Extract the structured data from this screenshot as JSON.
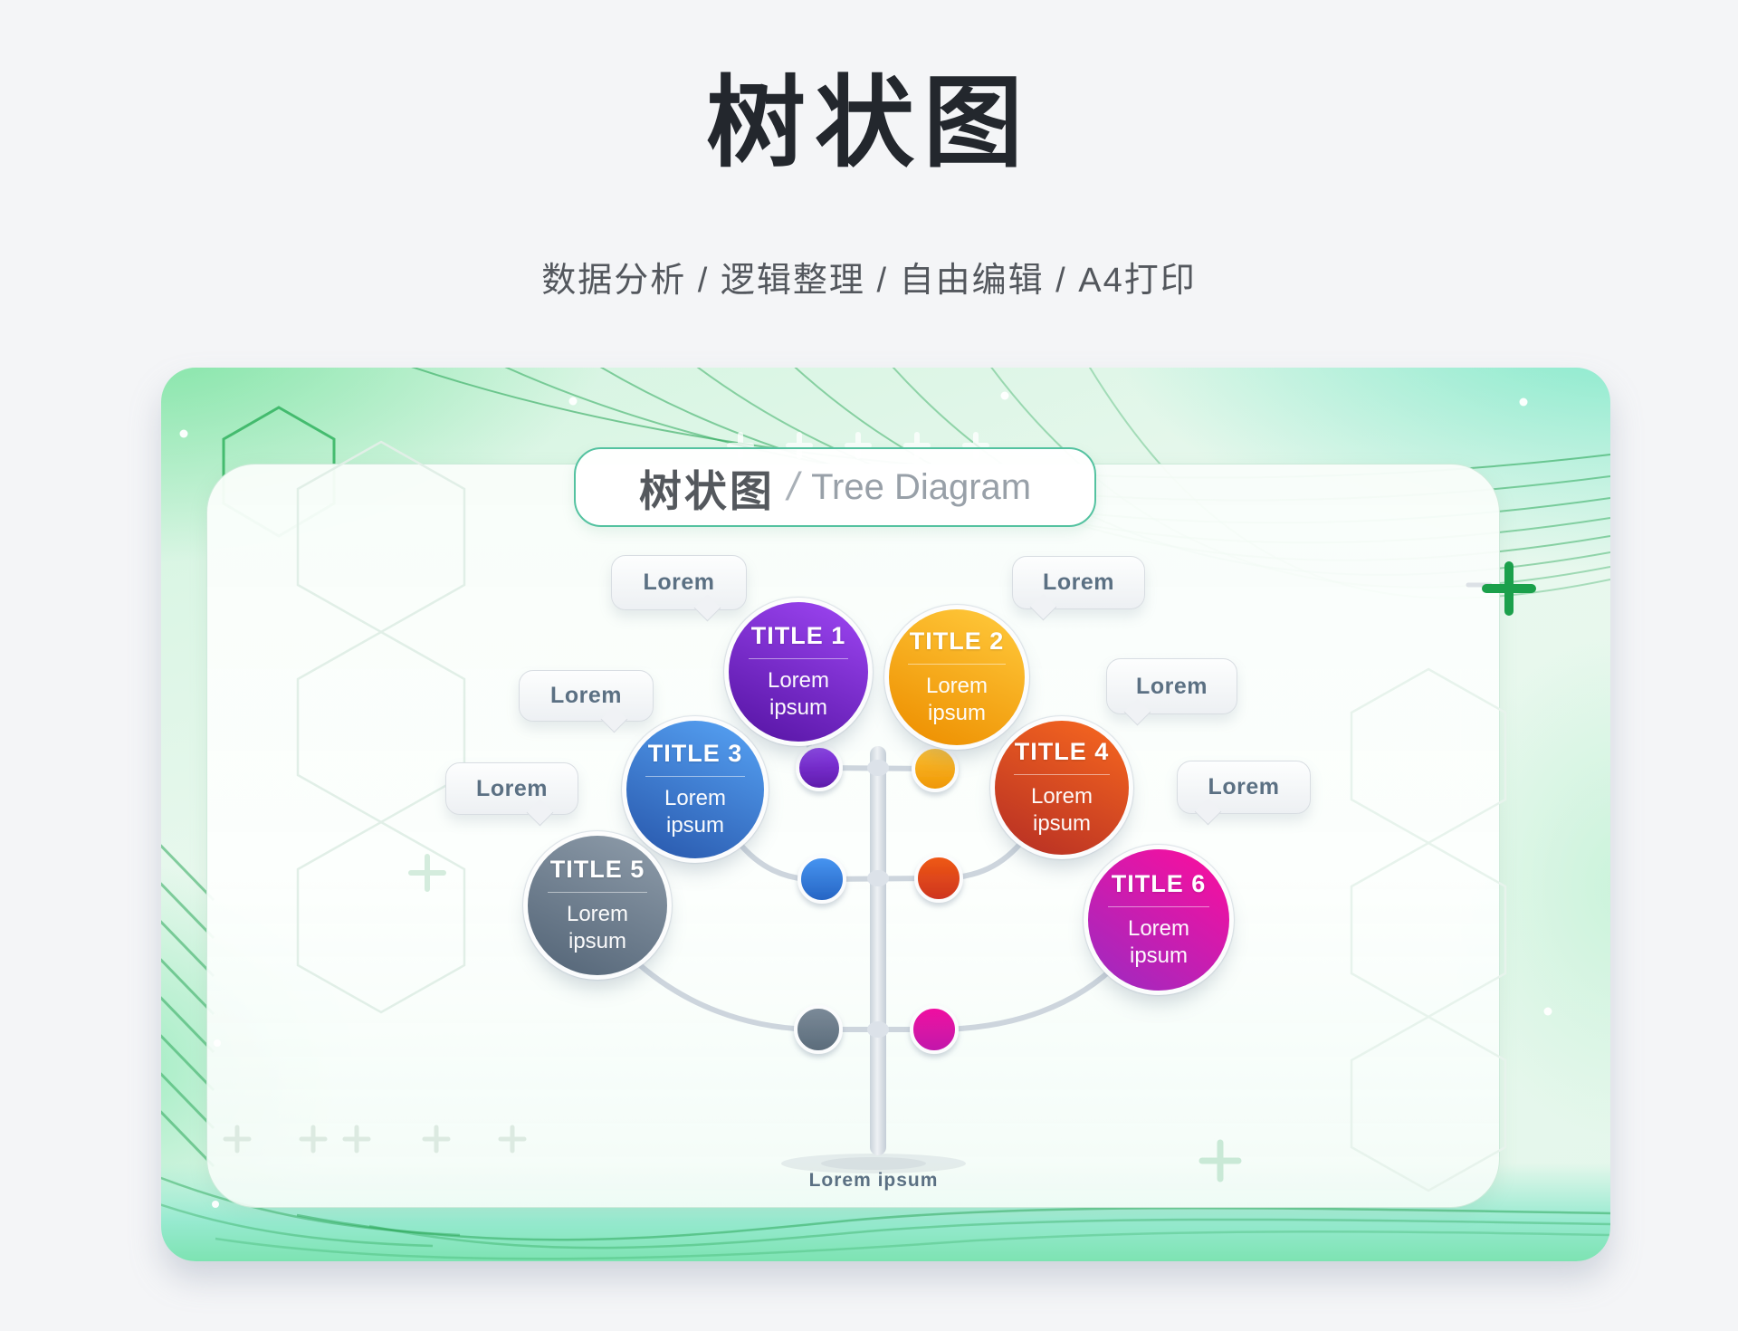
{
  "page": {
    "title": "树状图",
    "subtitle": "数据分析 / 逻辑整理 / 自由编辑 / A4打印",
    "background_color": "#f4f5f7",
    "title_color": "#23272d"
  },
  "poster": {
    "header": {
      "title_cn": "树状图",
      "separator": "/",
      "title_en": "Tree Diagram",
      "border_color": "#54c2a0"
    },
    "accent_green": "#2fa95c",
    "trunk_label": "Lorem ipsum"
  },
  "diagram": {
    "type": "tree",
    "trunk_color": "#d6dde4",
    "branch_color": "#cdd5dd",
    "nodes": [
      {
        "title": "TITLE 1",
        "body": "Lorem ipsum",
        "bubble": "Lorem",
        "color_top": "#9b44f0",
        "color_bottom": "#5a17a8",
        "side": "left"
      },
      {
        "title": "TITLE 2",
        "body": "Lorem ipsum",
        "bubble": "Lorem",
        "color_top": "#ffc83a",
        "color_bottom": "#ee9102",
        "side": "right"
      },
      {
        "title": "TITLE 3",
        "body": "Lorem ipsum",
        "bubble": "Lorem",
        "color_top": "#55a0f2",
        "color_bottom": "#2b5cb0",
        "side": "left"
      },
      {
        "title": "TITLE 4",
        "body": "Lorem ipsum",
        "bubble": "Lorem",
        "color_top": "#f3641f",
        "color_bottom": "#b93124",
        "side": "right"
      },
      {
        "title": "TITLE 5",
        "body": "Lorem ipsum",
        "bubble": "Lorem",
        "color_top": "#8c9aa8",
        "color_bottom": "#57687a",
        "side": "left"
      },
      {
        "title": "TITLE 6",
        "body": "Lorem ipsum",
        "bubble": "Lorem",
        "color_top": "#f410a0",
        "color_bottom": "#9e2ac0",
        "side": "right"
      }
    ]
  }
}
